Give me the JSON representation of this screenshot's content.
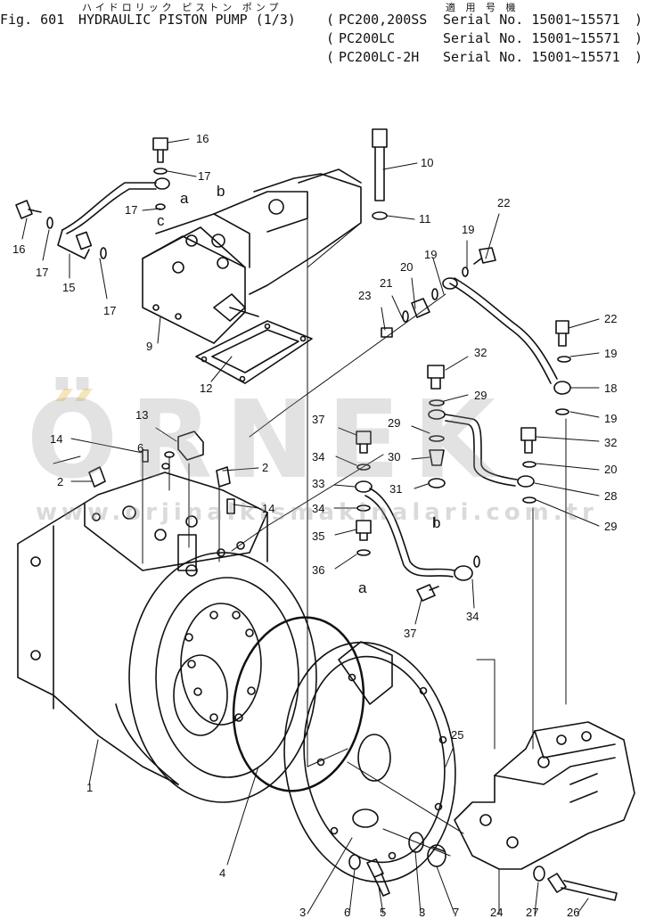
{
  "header": {
    "fig_label": "Fig. 601",
    "jp_title": "ハイドロリック ピストン ポンプ",
    "title": "HYDRAULIC PISTON PUMP (1/3)",
    "applicability_jp": "適 用 号 機",
    "models": [
      {
        "model": "PC200,200SS",
        "serial": "Serial No. 15001~15571"
      },
      {
        "model": "PC200LC",
        "serial": "Serial No. 15001~15571"
      },
      {
        "model": "PC200LC-2H",
        "serial": "Serial No. 15001~15571"
      }
    ]
  },
  "watermark": {
    "brand": "ÖRNEK",
    "url": "www.orjinalkismakinalari.com.tr"
  },
  "colors": {
    "line": "#111111",
    "watermark": "#969696"
  },
  "callouts": {
    "c1": "1",
    "c2a": "2",
    "c2b": "2",
    "c3": "3",
    "c4": "4",
    "c5": "5",
    "c6a": "6",
    "c6b": "6",
    "c7": "7",
    "c9": "9",
    "c10": "10",
    "c11": "11",
    "c12": "12",
    "c13": "13",
    "c14a": "14",
    "c14b": "14",
    "c15": "15",
    "c16a": "16",
    "c16b": "16",
    "c17a": "17",
    "c17b": "17",
    "c17c": "17",
    "c17d": "17",
    "c18": "18",
    "c19a": "19",
    "c19b": "19",
    "c19c": "19",
    "c20a": "20",
    "c20b": "20",
    "c21": "21",
    "c22a": "22",
    "c22b": "22",
    "c23": "23",
    "c24": "24",
    "c25": "25",
    "c26": "26",
    "c27": "27",
    "c28": "28",
    "c29a": "29",
    "c29b": "29",
    "c29c": "29",
    "c30": "30",
    "c31": "31",
    "c32a": "32",
    "c32b": "32",
    "c33": "33",
    "c34a": "34",
    "c34b": "34",
    "c34c": "34",
    "c35": "35",
    "c36": "36",
    "c37a": "37",
    "c37b": "37"
  },
  "letters": {
    "a1": "a",
    "b1": "b",
    "c1": "c",
    "a2": "a",
    "b2": "b"
  }
}
